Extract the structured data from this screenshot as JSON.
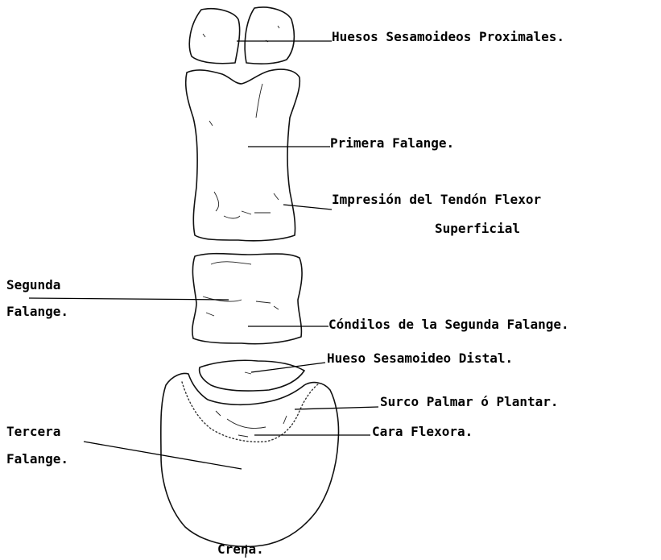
{
  "labels": {
    "sesamoideos_proximales": "Huesos Sesamoideos Proximales.",
    "primera_falange": "Primera Falange.",
    "impresion_line1": "Impresión del Tendón Flexor",
    "impresion_line2": "Superficial",
    "segunda_falange_line1": "Segunda",
    "segunda_falange_line2": "Falange.",
    "condilos": "Cóndilos de la Segunda Falange.",
    "sesamoideo_distal": "Hueso Sesamoideo Distal.",
    "surco": "Surco Palmar ó Plantar.",
    "cara_flexora": "Cara Flexora.",
    "tercera_falange_line1": "Tercera",
    "tercera_falange_line2": "Falange.",
    "crena": "Crena."
  },
  "colors": {
    "ink": "#000000",
    "paper": "#ffffff"
  }
}
